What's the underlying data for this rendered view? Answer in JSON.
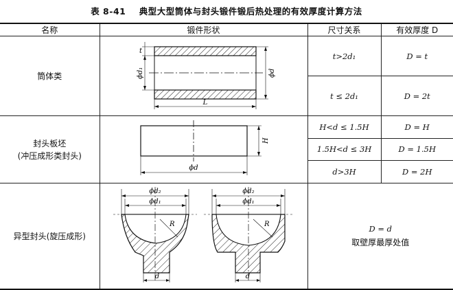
{
  "caption": {
    "number": "表 8-41",
    "title": "典型大型筒体与封头锻件锻后热处理的有效厚度计算方法"
  },
  "headers": {
    "name": "名称",
    "shape": "锻件形状",
    "relation": "尺寸关系",
    "thickness": "有效厚度 D"
  },
  "rows": {
    "cylinder": {
      "name": "筒体类",
      "labels": {
        "t": "t",
        "d1": "ϕd₁",
        "d": "ϕd",
        "L": "L"
      },
      "conditions": [
        {
          "relation": "t>2d₁",
          "thickness": "D = t"
        },
        {
          "relation": "t ≤ 2d₁",
          "thickness": "D = 2t"
        }
      ]
    },
    "blank": {
      "name_line1": "封头板坯",
      "name_line2": "(冲压成形类封头)",
      "labels": {
        "H": "H",
        "d": "ϕd"
      },
      "conditions": [
        {
          "relation": "H<d ≤ 1.5H",
          "thickness": "D = H"
        },
        {
          "relation": "1.5H<d ≤ 3H",
          "thickness": "D = 1.5H"
        },
        {
          "relation": "d>3H",
          "thickness": "D = 2H"
        }
      ]
    },
    "special": {
      "name": "异型封头(旋压成形)",
      "labels": {
        "d2": "ϕd₂",
        "d1": "ϕd₁",
        "R": "R",
        "d": "d"
      },
      "thickness_line1": "D = d",
      "thickness_line2": "取壁厚最厚处值"
    }
  }
}
